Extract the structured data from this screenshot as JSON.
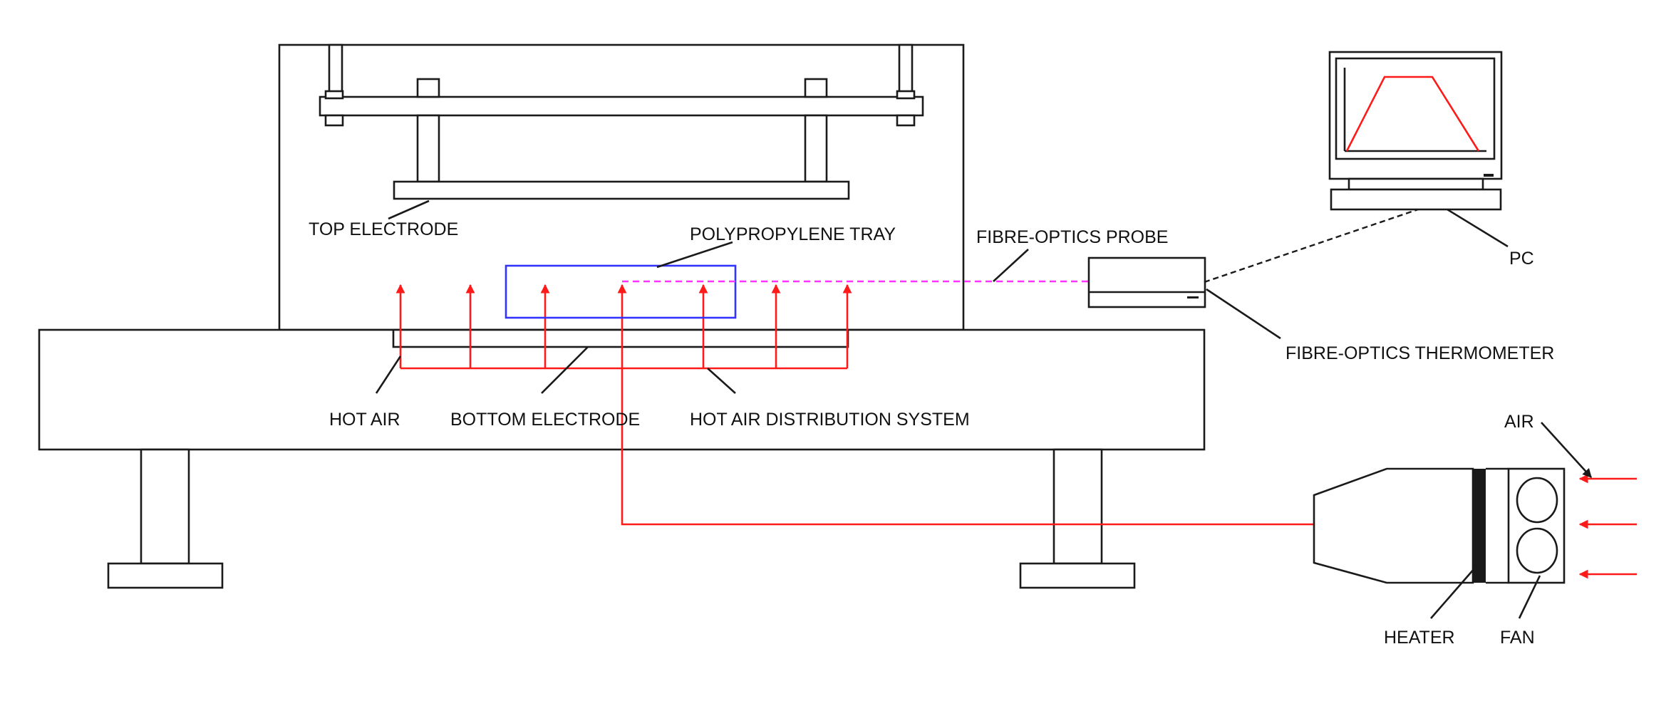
{
  "labels": {
    "top_electrode": "TOP ELECTRODE",
    "polypropylene_tray": "POLYPROPYLENE TRAY",
    "fibre_optics_probe": "FIBRE-OPTICS PROBE",
    "pc": "PC",
    "fibre_optics_thermometer": "FIBRE-OPTICS THERMOMETER",
    "hot_air": "HOT AIR",
    "bottom_electrode": "BOTTOM ELECTRODE",
    "hot_air_distribution_system": "HOT AIR DISTRIBUTION SYSTEM",
    "air": "AIR",
    "heater": "HEATER",
    "fan": "FAN"
  },
  "colors": {
    "line": "#1a1a1a",
    "hot_air": "#ff1a1a",
    "probe": "#ff33ff",
    "tray": "#3333ff",
    "screen_curve": "#ff1a1a"
  }
}
